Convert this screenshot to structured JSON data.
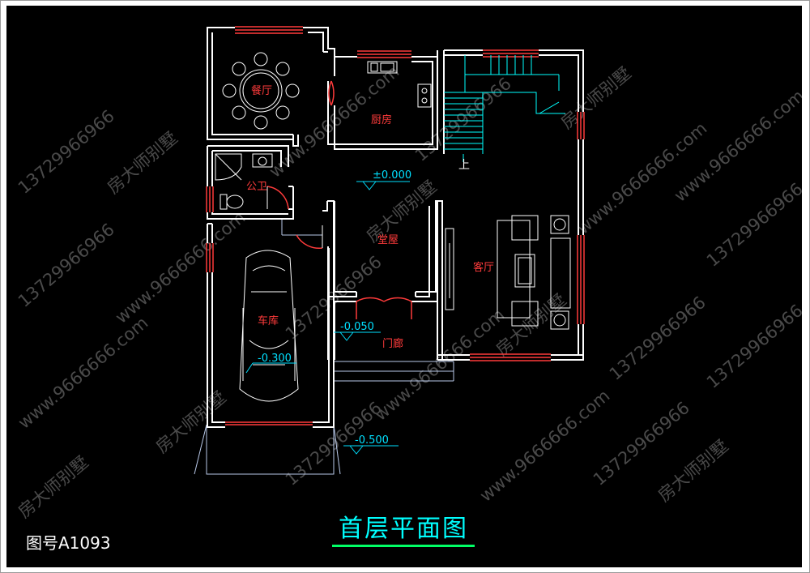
{
  "drawing": {
    "title": "首层平面图",
    "figure_number": "图号A1093"
  },
  "rooms": {
    "dining": "餐厅",
    "kitchen": "厨房",
    "bathroom": "公卫",
    "garage": "车库",
    "hall": "堂屋",
    "porch": "门廊",
    "living": "客厅"
  },
  "stair_label": "上",
  "levels": {
    "hall": "±0.000",
    "porch": "-0.050",
    "garage": "-0.300",
    "exterior": "-0.500"
  },
  "watermark": {
    "brand": "房大师别墅",
    "phone": "13729966966",
    "site": "www.9666666.com"
  },
  "colors": {
    "background": "#000000",
    "wall": "#ffffff",
    "window": "#ff3b3b",
    "stair": "#00ffff",
    "title": "#00ffff",
    "title_underline": "#00ff66"
  }
}
